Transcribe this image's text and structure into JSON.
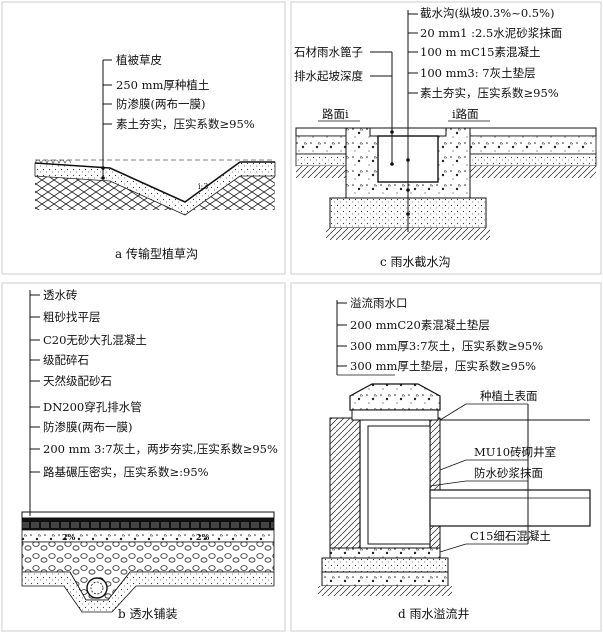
{
  "panel_a": {
    "caption": "a 传输型植草沟",
    "labels": [
      "植被草皮",
      "250 mm厚种植土",
      "防渗膜(两布一膜)",
      "素土夯实，压实系数≥95%"
    ],
    "slope_mark": "i:3"
  },
  "panel_b": {
    "caption": "b 透水铺装",
    "labels": [
      "透水砖",
      "粗砂找平层",
      "C20无砂大孔混凝土",
      "级配碎石",
      "天然级配砂石",
      "DN200穿孔排水管",
      "防渗膜(两布一膜)",
      "200 mm 3:7灰土，两步夯实,压实系数≥95%",
      "路基碾压密实，压实系数≥:95%"
    ],
    "slope_left": "2%",
    "slope_right": "2%"
  },
  "panel_c": {
    "caption": "c 雨水截水沟",
    "labels_right": [
      "截水沟(纵坡0.3%~0.5%)",
      "20 mm1 :2.5水泥砂浆抹面",
      "100 m mC15素混凝土",
      "100 mm3: 7灰土垫层",
      "素土夯实，压实系数≥95%"
    ],
    "labels_left": [
      "石材雨水篦子",
      "排水起坡深度"
    ],
    "road_left": "路面i",
    "road_right": "i路面"
  },
  "panel_d": {
    "caption": "d 雨水溢流井",
    "labels_top": [
      "溢流雨水口",
      "200 mmC20素混凝土垫层",
      "300 mm厚3:7灰土，压实系数≥95%",
      "300 mm厚土垫层，压实系数≥95%"
    ],
    "labels_right": [
      "种植土表面",
      "MU10砖砌井室",
      "防水砂浆抹面",
      "C15细石混凝土"
    ]
  }
}
